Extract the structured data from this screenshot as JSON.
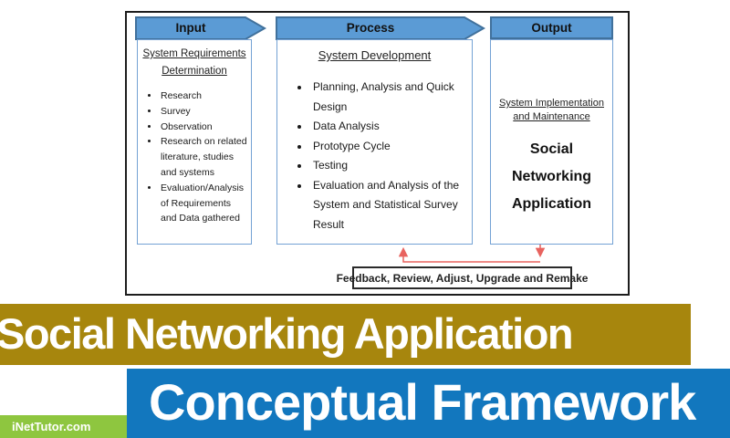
{
  "diagram": {
    "columns": [
      {
        "id": "input",
        "header": "Input",
        "title": "System Requirements Determination",
        "bullets": [
          "Research",
          "Survey",
          "Observation",
          "Research on related literature, studies and systems",
          "Evaluation/Analysis of Requirements and Data gathered"
        ]
      },
      {
        "id": "process",
        "header": "Process",
        "title": "System Development",
        "bullets": [
          "Planning, Analysis and Quick Design",
          "Data Analysis",
          "Prototype Cycle",
          "Testing",
          "Evaluation and Analysis of the System and Statistical Survey Result"
        ]
      },
      {
        "id": "output",
        "header": "Output",
        "title": "System Implementation and Maintenance",
        "result": "Social Networking Application"
      }
    ],
    "feedback_label": "Feedback, Review, Adjust, Upgrade and Remake"
  },
  "banners": {
    "title": "Social Networking Application",
    "subtitle": "Conceptual Framework",
    "watermark": "iNetTutor.com"
  },
  "colors": {
    "header_fill": "#5b9bd5",
    "header_border": "#41719c",
    "box_border": "#74a2d4",
    "outer_border": "#1d1d1d",
    "feedback_arrow": "#e8635f",
    "gold_banner": "#a7860d",
    "blue_banner": "#1277be",
    "green_bar": "#8ec63f"
  }
}
